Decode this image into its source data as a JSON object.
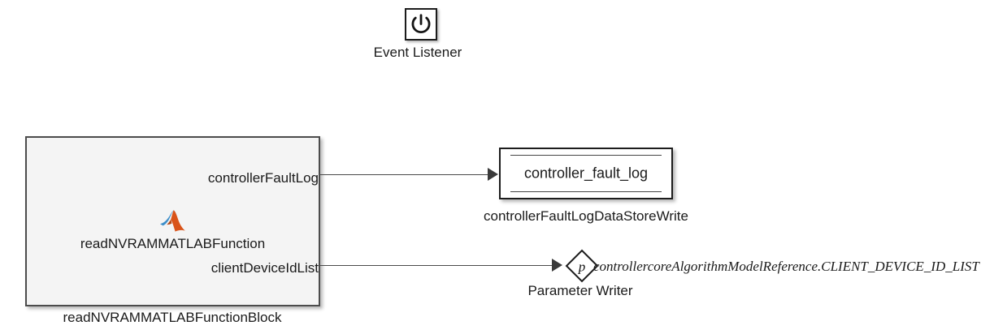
{
  "diagram": {
    "title": "Simulink model canvas",
    "background_color": "#ffffff"
  },
  "blocks": {
    "event_listener": {
      "label": "Event Listener",
      "icon": "power-icon",
      "fill_color": "#ffffff",
      "border_color": "#1c1c1c"
    },
    "matlab_function": {
      "name": "readNVRAMMATLABFunction",
      "block_label": "readNVRAMMATLABFunctionBlock",
      "icon": "matlab-logo-icon",
      "fill_color": "#f4f4f4",
      "border_color": "#4c4c4c",
      "output_ports": [
        {
          "label": "controllerFaultLog"
        },
        {
          "label": "clientDeviceIdList"
        }
      ]
    },
    "data_store_write": {
      "store_name": "controller_fault_log",
      "block_label": "controllerFaultLogDataStoreWrite",
      "fill_color": "#ffffff",
      "border_color": "#1c1c1c"
    },
    "parameter_writer": {
      "symbol": "p",
      "block_label": "Parameter Writer",
      "expression": "controllercoreAlgorithmModelReference.CLIENT_DEVICE_ID_LIST",
      "fill_color": "#ffffff",
      "border_color": "#1c1c1c"
    }
  },
  "signals": [
    {
      "from": "controllerFaultLog",
      "to": "controller_fault_log"
    },
    {
      "from": "clientDeviceIdList",
      "to": "Parameter Writer"
    }
  ],
  "colors": {
    "line": "#4a4a4a",
    "arrow": "#3a3a3a",
    "text": "#1a1a1a",
    "matlab_blue": "#2e7fc1",
    "matlab_orange": "#d95319"
  }
}
